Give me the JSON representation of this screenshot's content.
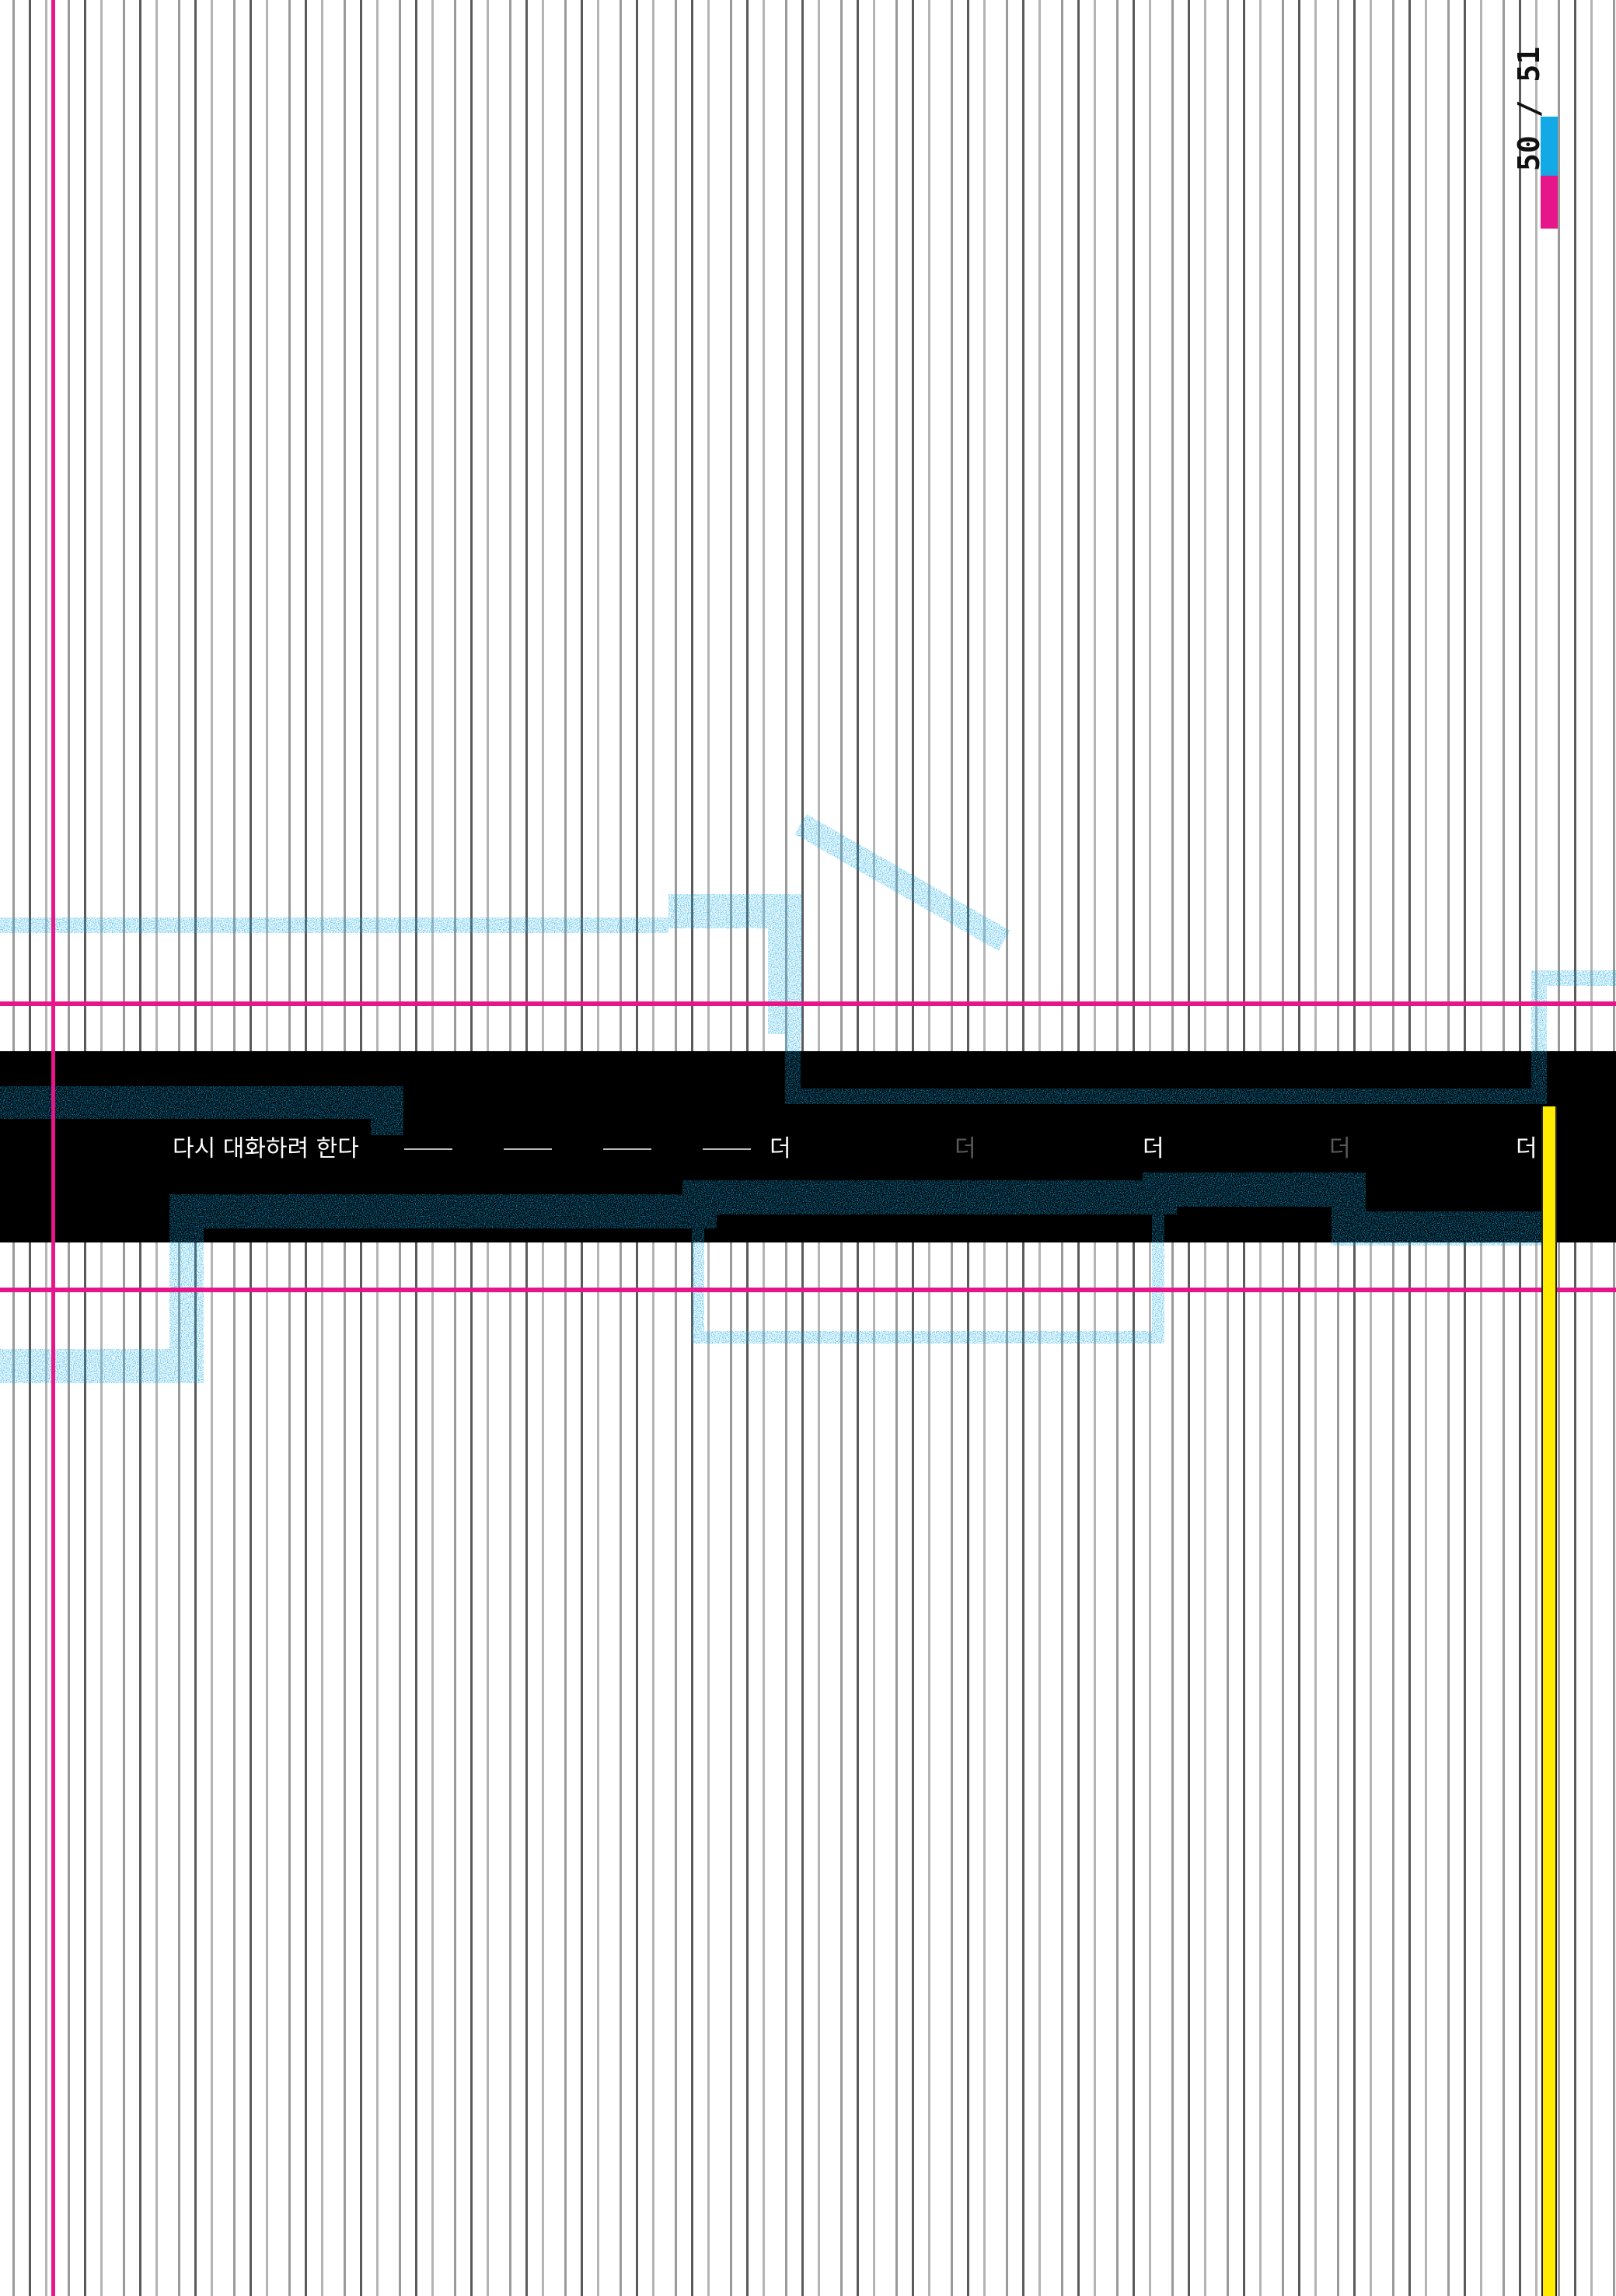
{
  "page": {
    "number_label": "50 / 51"
  },
  "band": {
    "phrase": "다시 대화하려 한다",
    "repeat_word": "더"
  },
  "colors": {
    "background": "#ffffff",
    "band": "#000000",
    "chalk_cyan": "#12a9e6",
    "guide_magenta": "#e6168a",
    "highlight_yellow": "#ffec00",
    "stripe_gray": "#9a9a9a"
  }
}
